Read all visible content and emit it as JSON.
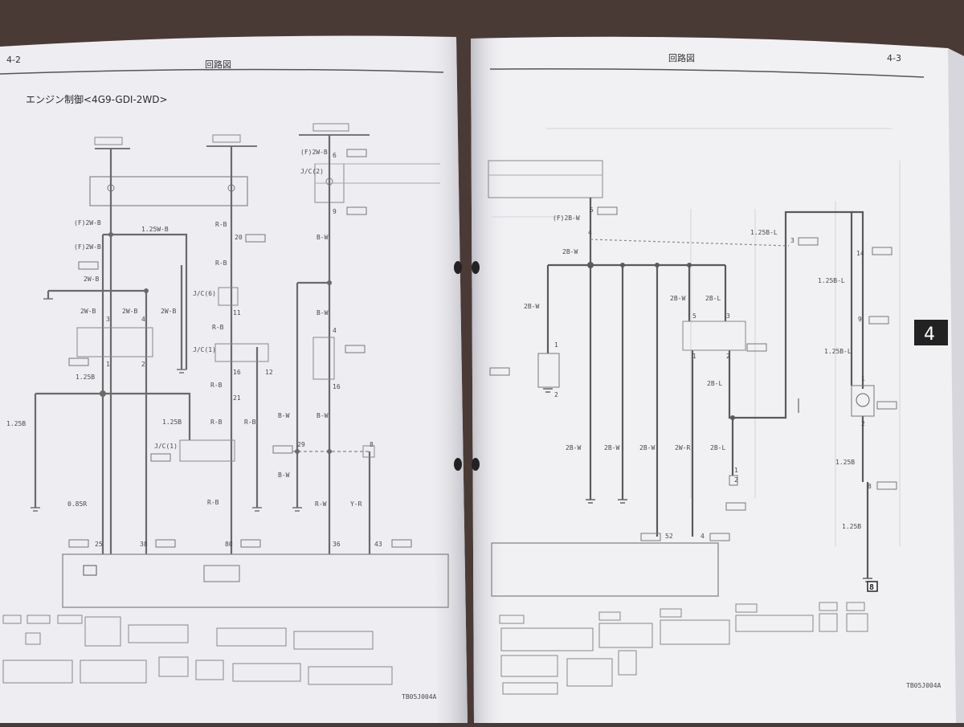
{
  "left_page": {
    "page_number": "4-2",
    "header": "回路図",
    "title": "エンジン制御<4G9-GDI-2WD>",
    "footer_code": "TB05J004A",
    "labels": [
      {
        "key": "l1",
        "text": "(F)2W-B"
      },
      {
        "key": "l2",
        "text": "1.25W-B"
      },
      {
        "key": "l3",
        "text": "(F)2W-B"
      },
      {
        "key": "l4",
        "text": "2W-B"
      },
      {
        "key": "l5",
        "text": "2W-B"
      },
      {
        "key": "l6",
        "text": "2W-B"
      },
      {
        "key": "l7",
        "text": "2W-B"
      },
      {
        "key": "l8",
        "text": "1.25B"
      },
      {
        "key": "l9",
        "text": "1.25B"
      },
      {
        "key": "l10",
        "text": "1.25B"
      },
      {
        "key": "l11",
        "text": "0.85R"
      },
      {
        "key": "l12",
        "text": "R-B"
      },
      {
        "key": "l13",
        "text": "R-B"
      },
      {
        "key": "l14",
        "text": "R-B"
      },
      {
        "key": "l15",
        "text": "R-B"
      },
      {
        "key": "l16",
        "text": "R-B"
      },
      {
        "key": "l17",
        "text": "R-B"
      },
      {
        "key": "l18",
        "text": "R-B"
      },
      {
        "key": "l19",
        "text": "B-W"
      },
      {
        "key": "l20",
        "text": "B-W"
      },
      {
        "key": "l21",
        "text": "B-W"
      },
      {
        "key": "l22",
        "text": "B-W"
      },
      {
        "key": "l23",
        "text": "B-W"
      },
      {
        "key": "l24",
        "text": "R-W"
      },
      {
        "key": "l25",
        "text": "Y-R"
      },
      {
        "key": "l26",
        "text": "J/C(6)"
      },
      {
        "key": "l27",
        "text": "J/C(1)"
      },
      {
        "key": "l28",
        "text": "J/C(1)"
      },
      {
        "key": "l29",
        "text": "J/C(2)"
      },
      {
        "key": "l30",
        "text": "(F)2W-B"
      }
    ],
    "pins": [
      {
        "key": "p1",
        "text": "3"
      },
      {
        "key": "p2",
        "text": "4"
      },
      {
        "key": "p3",
        "text": "1"
      },
      {
        "key": "p4",
        "text": "2"
      },
      {
        "key": "p5",
        "text": "25"
      },
      {
        "key": "p6",
        "text": "38"
      },
      {
        "key": "p7",
        "text": "80"
      },
      {
        "key": "p8",
        "text": "36"
      },
      {
        "key": "p9",
        "text": "43"
      },
      {
        "key": "p10",
        "text": "29"
      },
      {
        "key": "p11",
        "text": "16"
      },
      {
        "key": "p12",
        "text": "12"
      },
      {
        "key": "p13",
        "text": "21"
      },
      {
        "key": "p14",
        "text": "11"
      },
      {
        "key": "p15",
        "text": "20"
      },
      {
        "key": "p16",
        "text": "6"
      },
      {
        "key": "p17",
        "text": "4"
      },
      {
        "key": "p18",
        "text": "16"
      },
      {
        "key": "p19",
        "text": "9"
      },
      {
        "key": "p20",
        "text": "8"
      }
    ]
  },
  "right_page": {
    "page_number": "4-3",
    "header": "回路図",
    "section_tab": "4",
    "footer_code": "TB05J004A",
    "labels": [
      {
        "key": "r1",
        "text": "(F)2B-W"
      },
      {
        "key": "r2",
        "text": "2B-W"
      },
      {
        "key": "r3",
        "text": "2B-W"
      },
      {
        "key": "r4",
        "text": "2B-W"
      },
      {
        "key": "r5",
        "text": "2B-W"
      },
      {
        "key": "r6",
        "text": "2B-W"
      },
      {
        "key": "r7",
        "text": "2B-W"
      },
      {
        "key": "r8",
        "text": "2W-R"
      },
      {
        "key": "r9",
        "text": "2B-L"
      },
      {
        "key": "r10",
        "text": "2B-L"
      },
      {
        "key": "r11",
        "text": "2B-L"
      },
      {
        "key": "r12",
        "text": "1.25B-L"
      },
      {
        "key": "r13",
        "text": "1.25B-L"
      },
      {
        "key": "r14",
        "text": "1.25B-L"
      },
      {
        "key": "r15",
        "text": "1.25B"
      },
      {
        "key": "r16",
        "text": "1.25B"
      }
    ],
    "pins": [
      {
        "key": "q1",
        "text": "5"
      },
      {
        "key": "q2",
        "text": "4"
      },
      {
        "key": "q3",
        "text": "3"
      },
      {
        "key": "q4",
        "text": "14"
      },
      {
        "key": "q5",
        "text": "9"
      },
      {
        "key": "q6",
        "text": "1"
      },
      {
        "key": "q7",
        "text": "2"
      },
      {
        "key": "q8",
        "text": "8"
      },
      {
        "key": "q9",
        "text": "52"
      },
      {
        "key": "q10",
        "text": "4"
      },
      {
        "key": "q11",
        "text": "1"
      },
      {
        "key": "q12",
        "text": "2"
      },
      {
        "key": "q13",
        "text": "5"
      },
      {
        "key": "q14",
        "text": "3"
      },
      {
        "key": "q15",
        "text": "1"
      },
      {
        "key": "q16",
        "text": "2"
      },
      {
        "key": "q17",
        "text": "1"
      },
      {
        "key": "q18",
        "text": "2"
      }
    ],
    "ground_tag": "8"
  },
  "colors": {
    "table": "#4a3a35",
    "paper": "#f1f1f4",
    "ink": "#5a5a5a",
    "ink_dark": "#222222",
    "tab_bg": "#222222",
    "tab_fg": "#ffffff"
  }
}
